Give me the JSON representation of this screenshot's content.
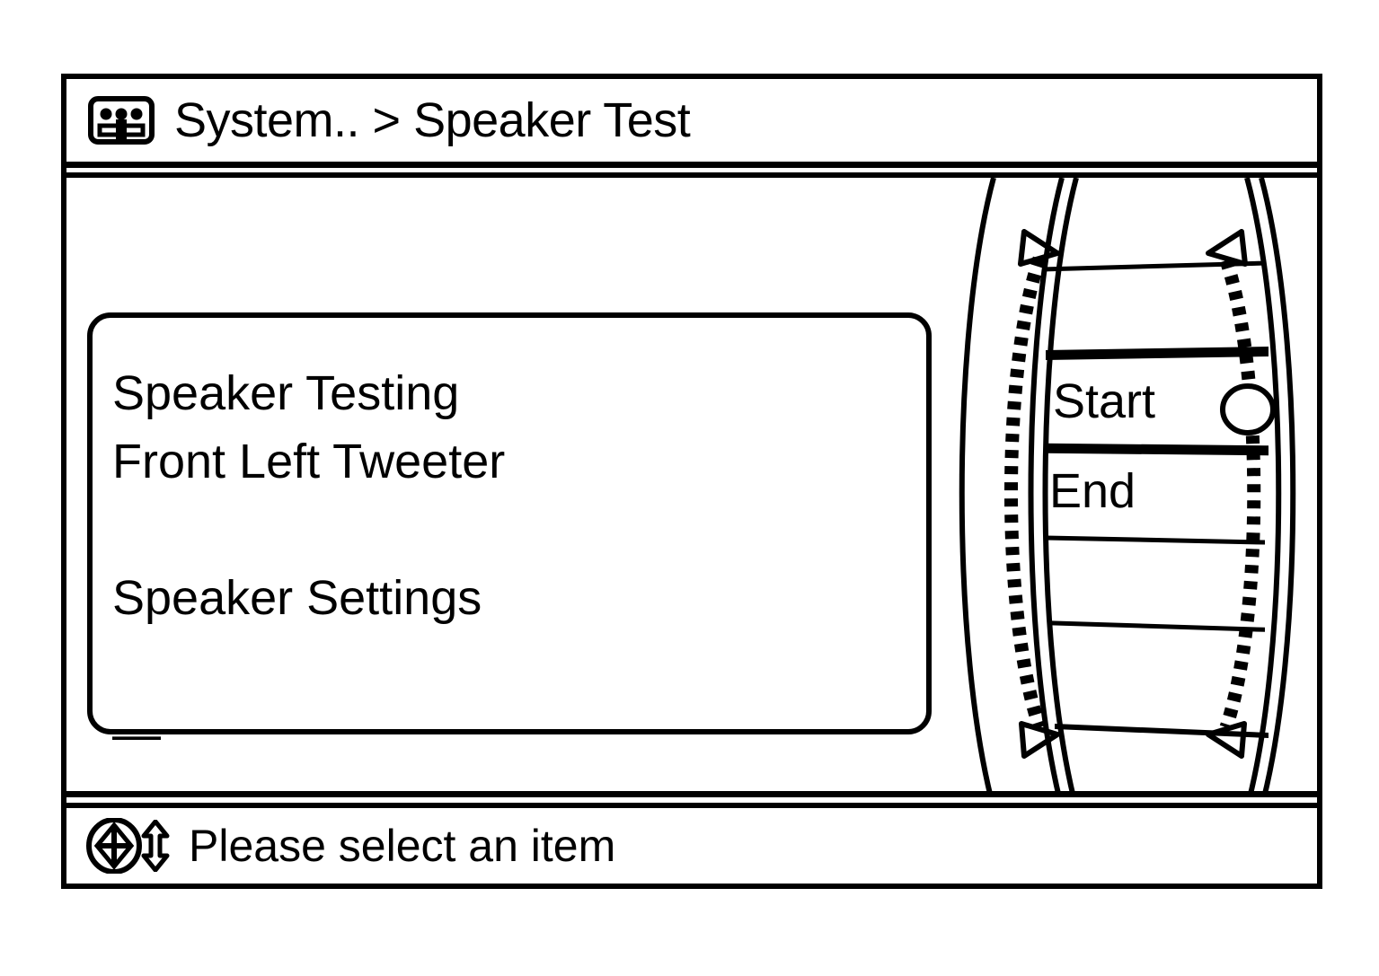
{
  "header": {
    "icon": "speaker-fader-icon",
    "title": "System.. > Speaker Test"
  },
  "content": {
    "lines": [
      {
        "text": "Speaker Testing",
        "kind": "text"
      },
      {
        "text": "Front Left Tweeter",
        "kind": "text"
      },
      {
        "text": "",
        "kind": "blank"
      },
      {
        "text": "Speaker Settings",
        "kind": "text"
      },
      {
        "text": "",
        "kind": "blank"
      },
      {
        "text": "—",
        "kind": "dash"
      }
    ]
  },
  "menu": {
    "items": [
      {
        "label": "",
        "selected": false
      },
      {
        "label": "Start",
        "selected": true
      },
      {
        "label": "End",
        "selected": false
      },
      {
        "label": "",
        "selected": false
      },
      {
        "label": "",
        "selected": false
      }
    ],
    "selected_label": "Start",
    "scrollbar": {
      "left_track": {
        "name": "left-scroll-track",
        "up_arrow": "triangle-up-icon",
        "down_arrow": "triangle-down-icon",
        "ticks": 40
      },
      "right_track": {
        "name": "right-scroll-track",
        "up_arrow": "triangle-up-icon",
        "down_arrow": "triangle-down-icon",
        "ticks": 40,
        "thumb": "circle-thumb",
        "thumb_position_label": "Start"
      }
    }
  },
  "footer": {
    "dpad_icon": "dpad-four-way-icon",
    "updown_icon": "up-down-arrow-icon",
    "message": "Please select an item"
  },
  "colors": {
    "foreground": "#000000",
    "background": "#ffffff"
  }
}
